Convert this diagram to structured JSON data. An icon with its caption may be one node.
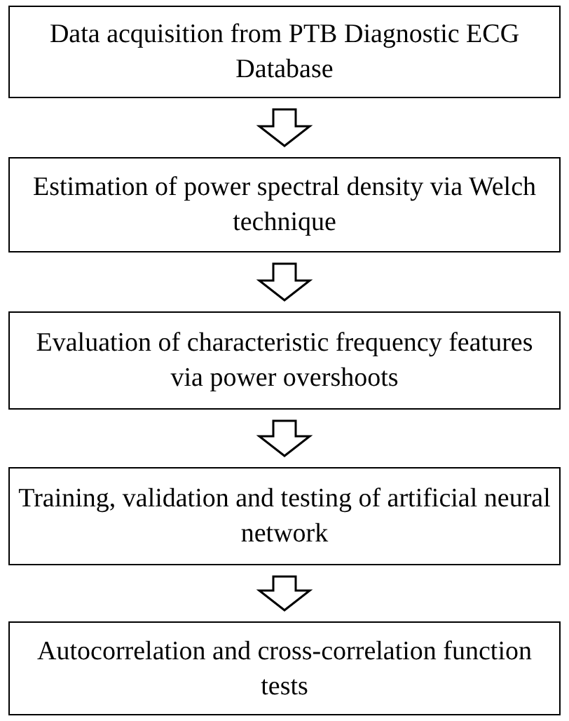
{
  "diagram": {
    "nodes": [
      {
        "text": [
          "Data acquisition from PTB Diagnostic ECG Database"
        ]
      },
      {
        "text": [
          "Estimation of power spectral density via Welch technique"
        ]
      },
      {
        "text": [
          "Evaluation of characteristic frequency features via power overshoots"
        ]
      },
      {
        "text": [
          "Training, validation and testing of artificial neural network"
        ]
      },
      {
        "text": [
          "Autocorrelation and cross-correlation function tests"
        ]
      }
    ],
    "edges": [
      {
        "from": 0,
        "to": 1,
        "arrow": "to"
      },
      {
        "from": 1,
        "to": 2,
        "arrow": "to"
      },
      {
        "from": 2,
        "to": 3,
        "arrow": "to"
      },
      {
        "from": 3,
        "to": 4,
        "arrow": "to"
      }
    ]
  }
}
